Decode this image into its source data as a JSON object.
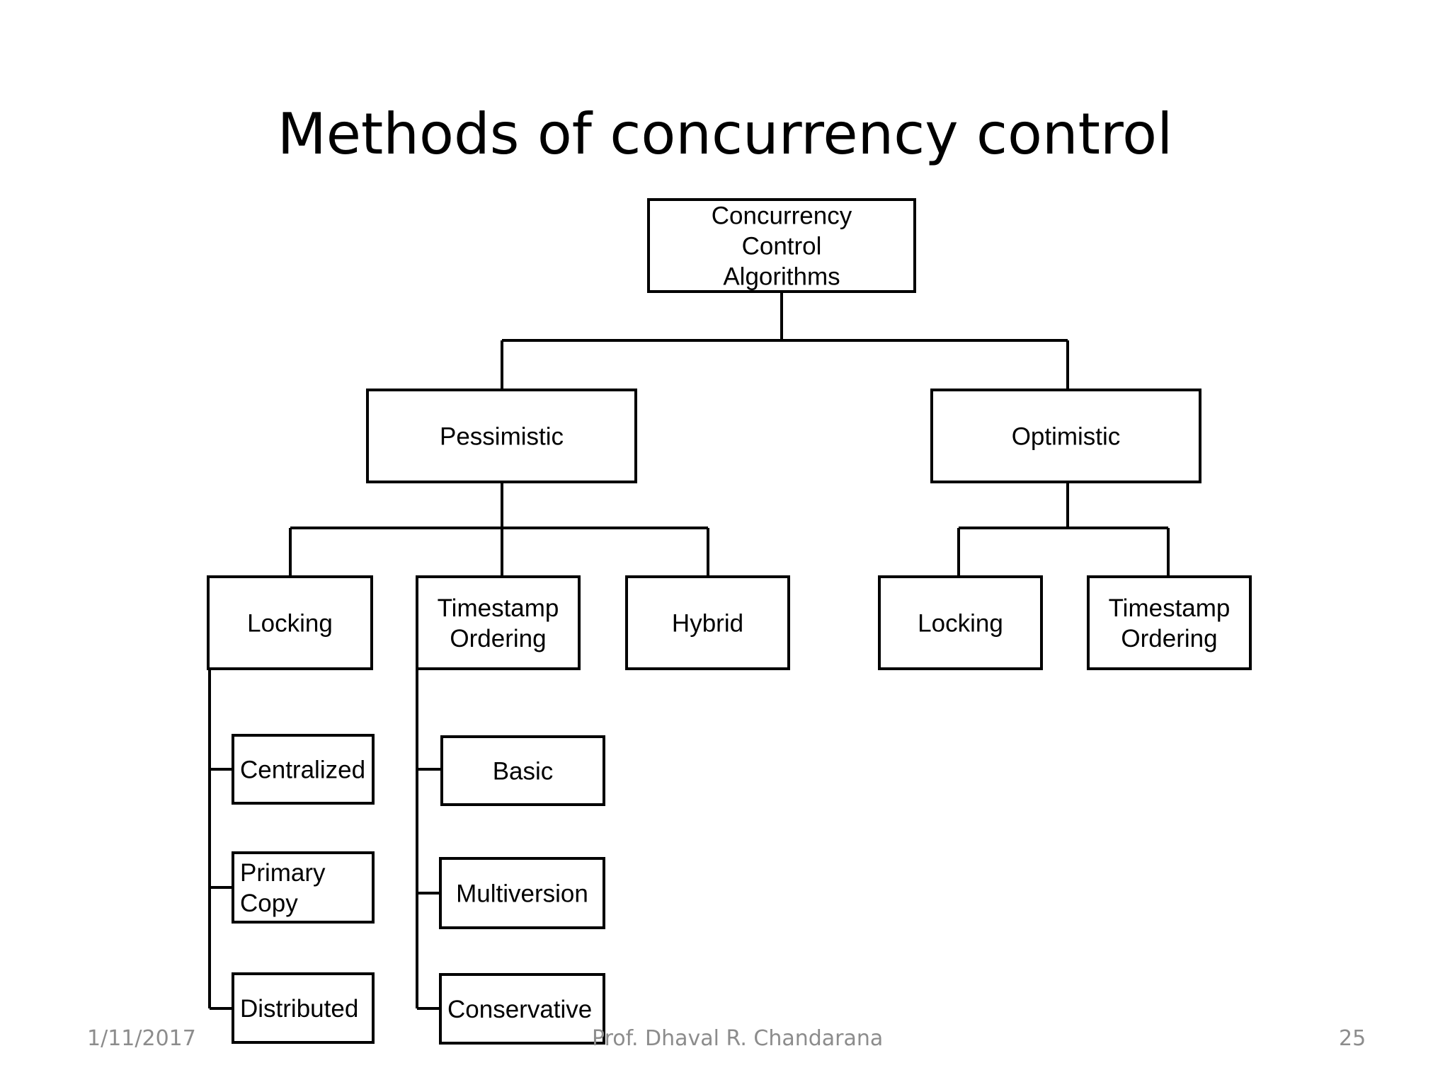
{
  "title": "Methods of concurrency control",
  "diagram": {
    "root": {
      "lines": [
        "Concurrency",
        "Control",
        "Algorithms"
      ]
    },
    "pessimistic": {
      "lines": [
        "Pessimistic"
      ]
    },
    "optimistic": {
      "lines": [
        "Optimistic"
      ]
    },
    "p_locking": {
      "lines": [
        "Locking"
      ]
    },
    "p_timestamp": {
      "lines": [
        "Timestamp",
        "Ordering"
      ]
    },
    "p_hybrid": {
      "lines": [
        "Hybrid"
      ]
    },
    "o_locking": {
      "lines": [
        "Locking"
      ]
    },
    "o_timestamp": {
      "lines": [
        "Timestamp",
        "Ordering"
      ]
    },
    "centralized": {
      "lines": [
        "Centralized"
      ]
    },
    "primary_copy": {
      "lines": [
        "Primary",
        "Copy"
      ]
    },
    "distributed": {
      "lines": [
        "Distributed"
      ]
    },
    "basic": {
      "lines": [
        "Basic"
      ]
    },
    "multiversion": {
      "lines": [
        "Multiversion"
      ]
    },
    "conservative": {
      "lines": [
        "Conservative"
      ]
    }
  },
  "footer": {
    "date": "1/11/2017",
    "author": "Prof. Dhaval R. Chandarana",
    "page": "25"
  }
}
